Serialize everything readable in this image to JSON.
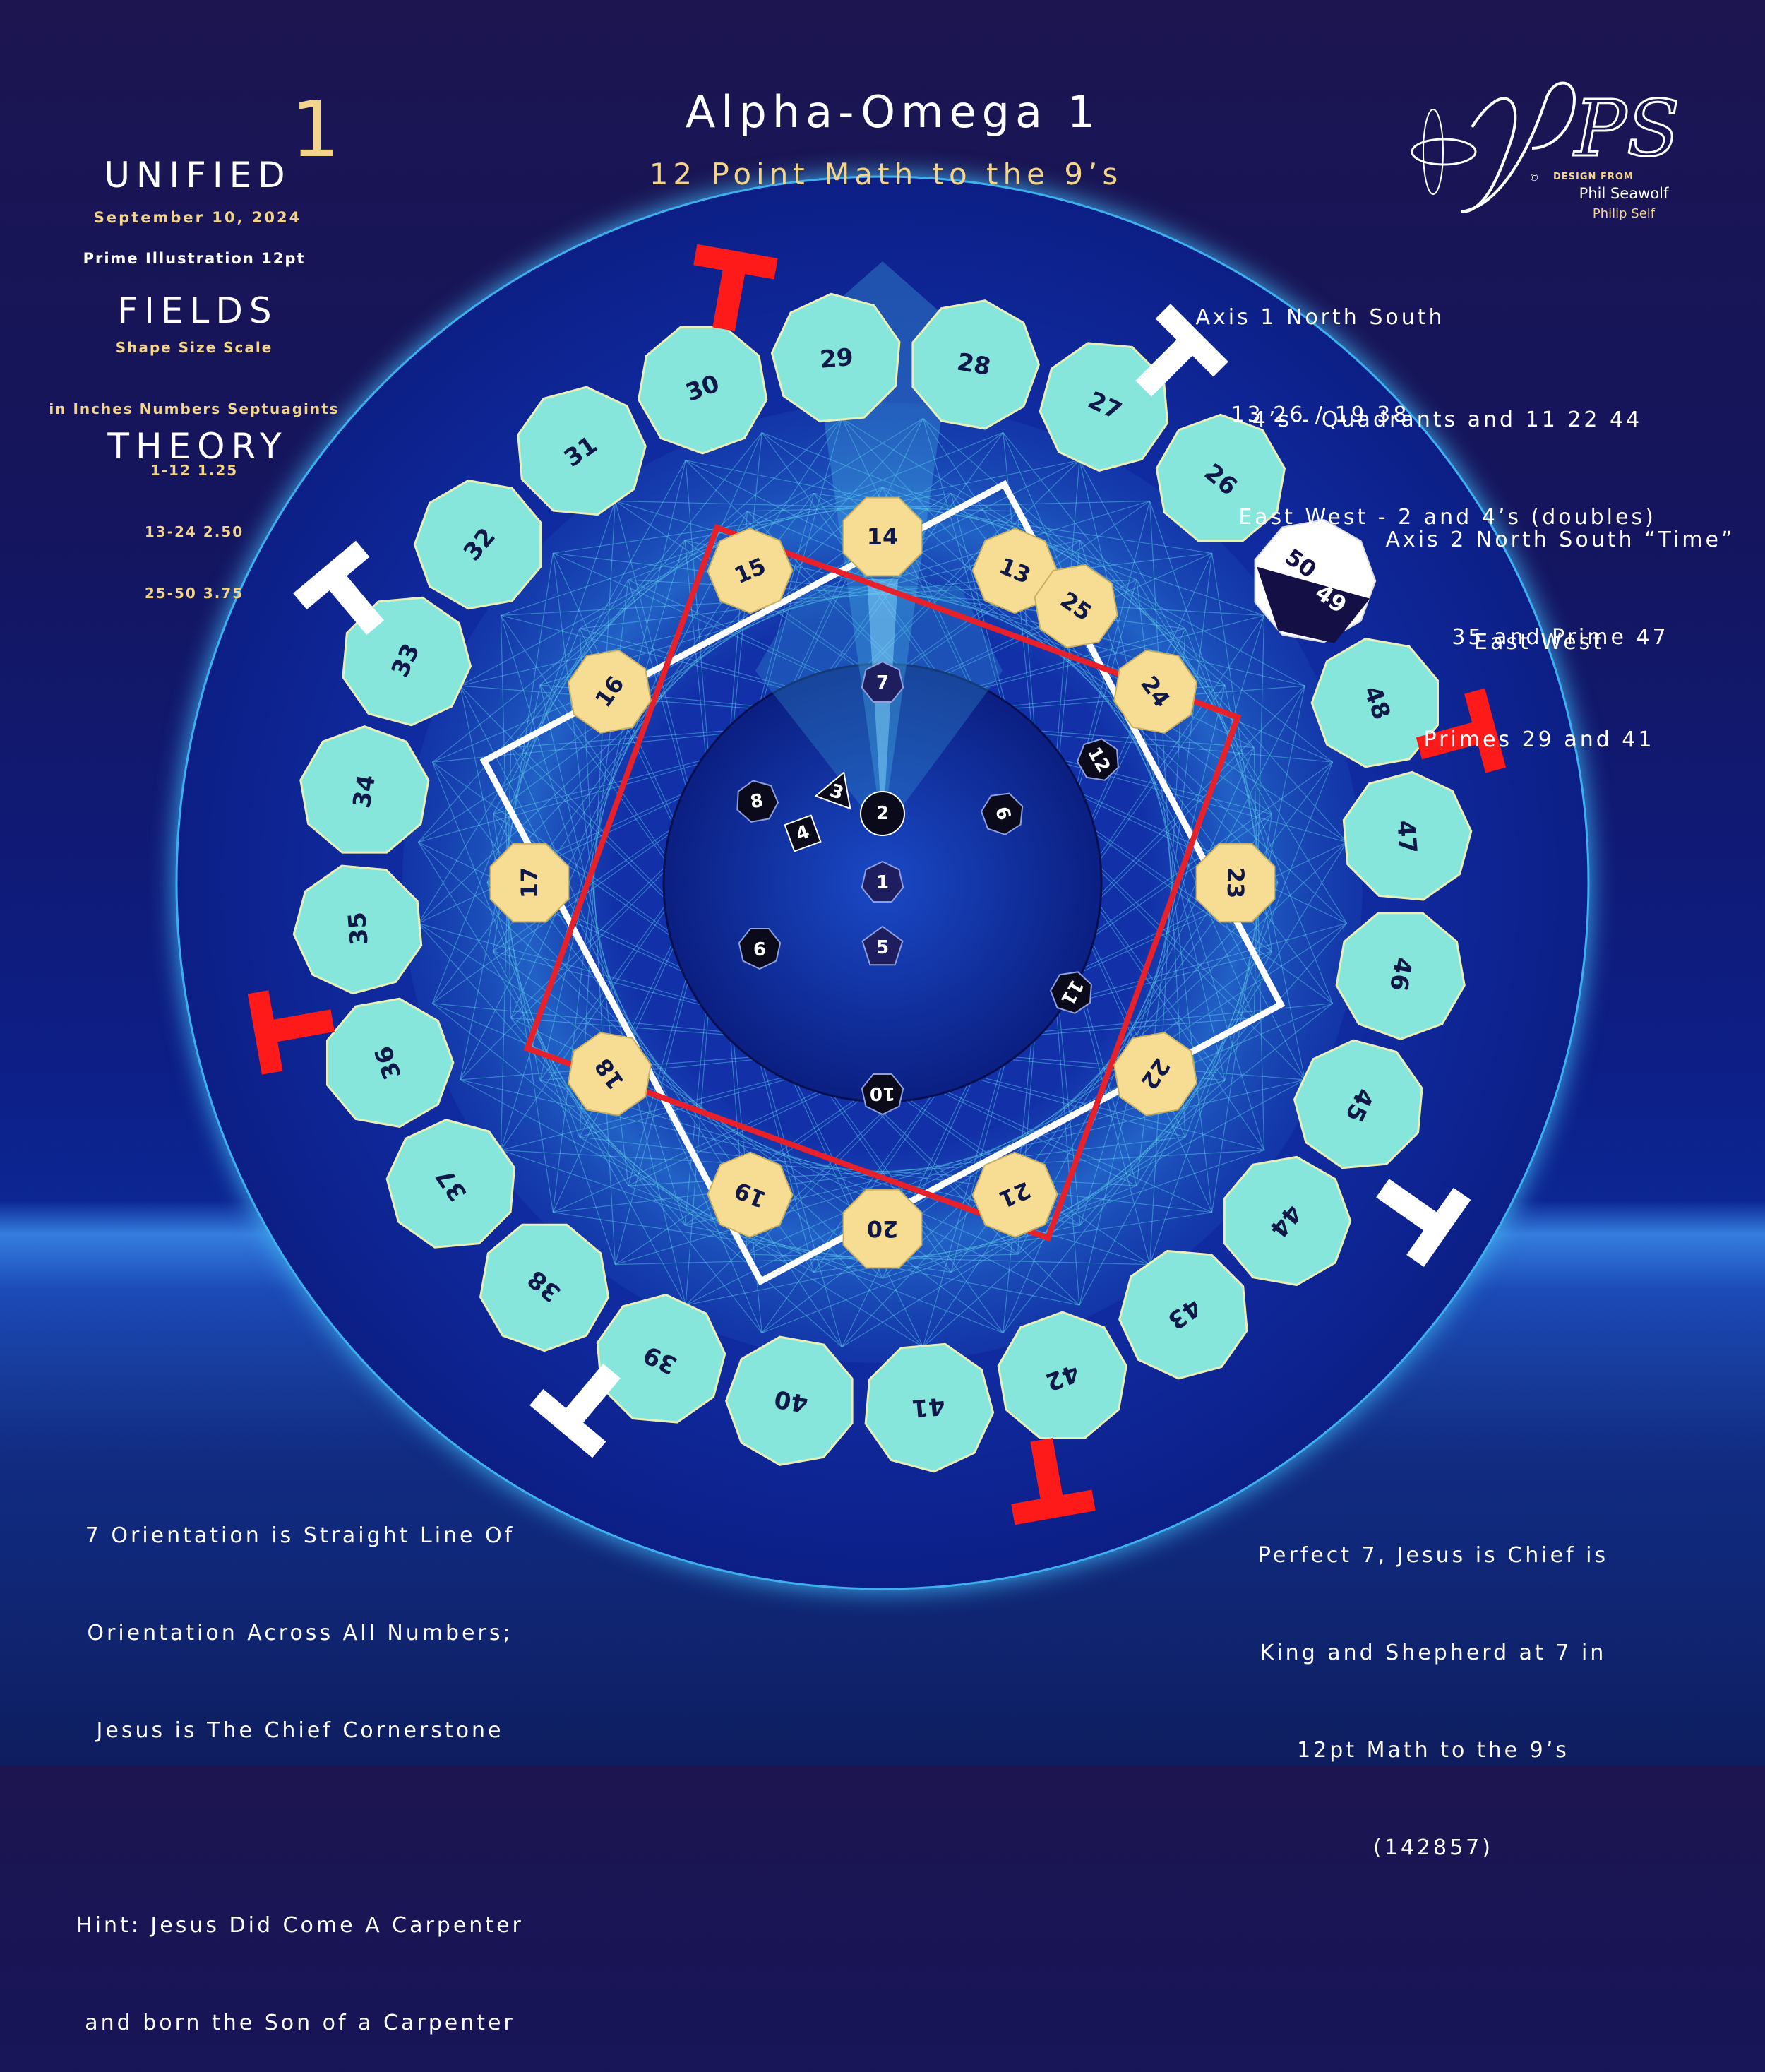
{
  "header": {
    "series_title_lines": [
      "UNIFIED",
      "FIELDS",
      "THEORY"
    ],
    "series_number": "1",
    "date": "September 10, 2024",
    "illustration": "Prime Illustration 12pt",
    "scale_lines": [
      "Shape Size Scale",
      "in Inches Numbers Septuagints",
      "1-12 1.25",
      "13-24 2.50",
      "25-50 3.75"
    ],
    "title": "Alpha-Omega 1",
    "subtitle": "12 Point Math to the 9’s"
  },
  "logo": {
    "monogram": "PS",
    "copyright": "©",
    "design_from": "DESIGN FROM",
    "name": "Phil Seawolf",
    "alt_name": "Philip Self"
  },
  "notes": {
    "axis1": [
      "Axis 1 North South",
      "13 26 / 19 38"
    ],
    "quadrants": [
      "4’s - Quadrants and 11 22 44",
      "East West - 2 and 4’s (doubles)"
    ],
    "axis2": [
      "Axis 2 North South “Time”",
      "35 and Prime 47"
    ],
    "east_west": [
      "East West",
      "Primes 29 and 41"
    ],
    "bottom_left": [
      "7 Orientation is Straight Line Of",
      "Orientation Across All Numbers;",
      "Jesus is The Chief Cornerstone",
      "",
      "Hint: Jesus Did Come A Carpenter",
      "and born the Son of a Carpenter"
    ],
    "bottom_right": [
      "Perfect 7, Jesus is Chief is",
      "King and Shepherd at 7 in",
      "12pt Math to the 9’s",
      "(142857)"
    ]
  },
  "diagram": {
    "inner_numbers": [
      "1",
      "2",
      "3",
      "4",
      "5",
      "6",
      "7",
      "8",
      "9",
      "10",
      "11",
      "12"
    ],
    "middle_numbers": [
      "13",
      "14",
      "15",
      "16",
      "17",
      "18",
      "19",
      "20",
      "21",
      "22",
      "23",
      "24",
      "25"
    ],
    "outer_numbers": [
      "26",
      "27",
      "28",
      "29",
      "30",
      "31",
      "32",
      "33",
      "34",
      "35",
      "36",
      "37",
      "38",
      "39",
      "40",
      "41",
      "42",
      "43",
      "44",
      "45",
      "46",
      "47",
      "48"
    ],
    "special_pair": [
      "50",
      "49"
    ],
    "colors": {
      "outer_fill": "#86e6dc",
      "middle_fill": "#f7dc93",
      "inner_fill": "#0a0a1a",
      "square_line": "#ffffff",
      "red_line": "#e8202a",
      "red_marker": "#ff1a1a",
      "white_marker": "#ffffff",
      "web_line": "#5fd0ee"
    }
  }
}
